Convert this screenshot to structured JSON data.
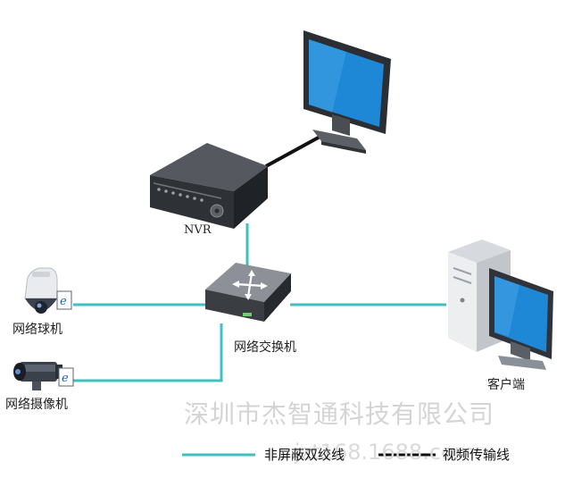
{
  "labels": {
    "nvr": "NVR",
    "dome_camera": "网络球机",
    "switch": "网络交换机",
    "bullet_camera": "网络摄像机",
    "client": "客户端"
  },
  "watermark": {
    "company": "深圳市杰智通科技有限公司",
    "site": "jzt168.1688.com"
  },
  "legend": {
    "utp_label": "非屏蔽双绞线",
    "video_label": "视频传输线"
  },
  "colors": {
    "network_line": "#3fbfbf",
    "video_line": "#111111",
    "screen": "#1e88d6"
  },
  "icons": [
    "monitor-icon",
    "nvr-icon",
    "switch-icon",
    "dome-camera-icon",
    "bullet-camera-icon",
    "ie-icon",
    "desktop-computer-icon"
  ]
}
